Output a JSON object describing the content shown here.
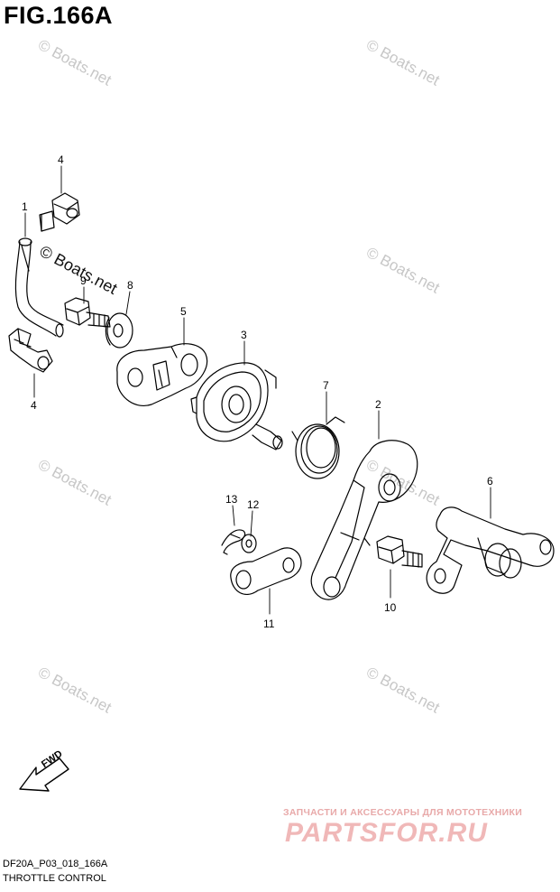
{
  "figure": {
    "title": "FIG.166A",
    "code": "DF20A_P03_018_166A",
    "caption": "THROTTLE CONTROL",
    "fwd_label": "FWD"
  },
  "callouts": [
    {
      "id": "c-4-top",
      "label": "4"
    },
    {
      "id": "c-1",
      "label": "1"
    },
    {
      "id": "c-9",
      "label": "9"
    },
    {
      "id": "c-8",
      "label": "8"
    },
    {
      "id": "c-4-bottom",
      "label": "4"
    },
    {
      "id": "c-5",
      "label": "5"
    },
    {
      "id": "c-3",
      "label": "3"
    },
    {
      "id": "c-7",
      "label": "7"
    },
    {
      "id": "c-2",
      "label": "2"
    },
    {
      "id": "c-6",
      "label": "6"
    },
    {
      "id": "c-13",
      "label": "13"
    },
    {
      "id": "c-12",
      "label": "12"
    },
    {
      "id": "c-10",
      "label": "10"
    },
    {
      "id": "c-11",
      "label": "11"
    }
  ],
  "watermarks": {
    "text": "© Boats.net",
    "dark_text": "© Boats.net"
  },
  "brand": {
    "tagline": "ЗАПЧАСТИ И АКСЕССУАРЫ ДЛЯ МОТОТЕХНИКИ",
    "logo": "PARTSFOR.RU"
  },
  "colors": {
    "line": "#000000",
    "watermark": "#c7c7c7",
    "brand": "#f0b8b8"
  }
}
